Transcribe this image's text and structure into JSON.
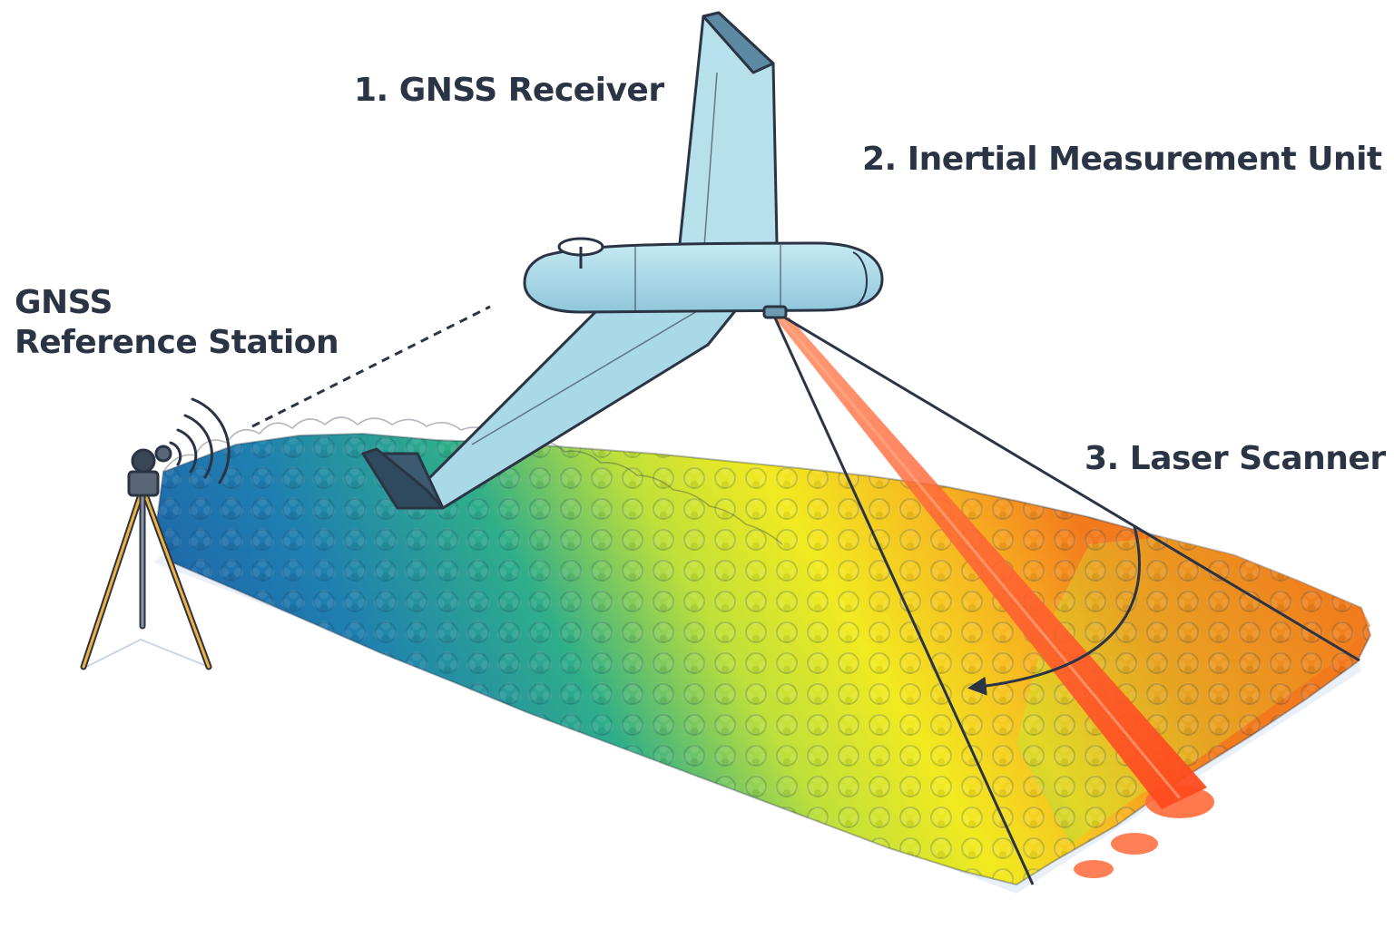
{
  "labels": {
    "gnss_receiver": "1. GNSS Receiver",
    "imu": "2. Inertial Measurement Unit",
    "laser_scanner": "3. Laser Scanner",
    "reference_station_line1": "GNSS",
    "reference_station_line2": "Reference Station"
  },
  "colors": {
    "text": "#2b3444",
    "outline": "#2b3444",
    "aircraft_body": "#a9d8e6",
    "laser_beam": "#ff5a2a",
    "canopy_low": "#1f6fb5",
    "canopy_mid": "#f2ea20",
    "canopy_high": "#f5811f",
    "tripod_leg": "#f0b23a"
  },
  "icons": {
    "aircraft": "fixed-wing-drone-icon",
    "antenna": "gnss-antenna-icon",
    "station": "tripod-reference-station-icon",
    "signal": "radio-signal-icon"
  }
}
